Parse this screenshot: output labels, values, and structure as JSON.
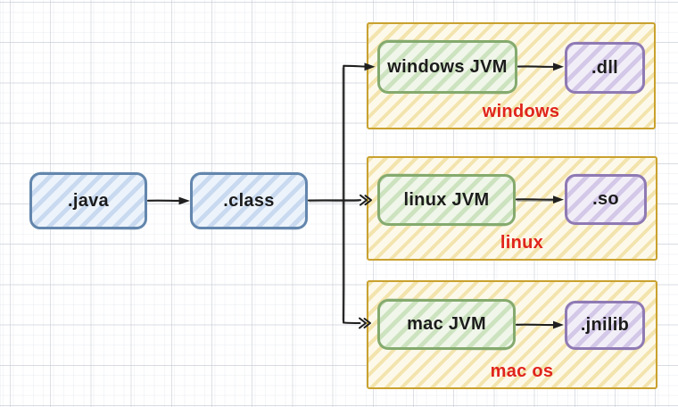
{
  "diagram": {
    "nodes": {
      "java": {
        "label": ".java"
      },
      "class_file": {
        "label": ".class"
      },
      "windows_jvm": {
        "label": "windows JVM"
      },
      "dll": {
        "label": ".dll"
      },
      "linux_jvm": {
        "label": "linux JVM"
      },
      "so": {
        "label": ".so"
      },
      "mac_jvm": {
        "label": "mac JVM"
      },
      "jnilib": {
        "label": ".jnilib"
      }
    },
    "groups": {
      "windows": {
        "label": "windows"
      },
      "linux": {
        "label": "linux"
      },
      "mac": {
        "label": "mac os"
      }
    },
    "edges": [
      {
        "from": "java",
        "to": "class_file"
      },
      {
        "from": "class_file",
        "to": "windows_jvm"
      },
      {
        "from": "class_file",
        "to": "linux_jvm"
      },
      {
        "from": "class_file",
        "to": "mac_jvm"
      },
      {
        "from": "windows_jvm",
        "to": "dll"
      },
      {
        "from": "linux_jvm",
        "to": "so"
      },
      {
        "from": "mac_jvm",
        "to": "jnilib"
      }
    ],
    "colors": {
      "node_blue_border": "#6386ad",
      "node_blue_fill": "#ecf3fb",
      "node_blue_stripe": "#c9daf0",
      "node_green_border": "#85ab6f",
      "node_green_fill": "#f0f6ea",
      "node_green_stripe": "#cde3c0",
      "node_purple_border": "#8f7ab5",
      "node_purple_fill": "#f2eef8",
      "node_purple_stripe": "#d4c8e8",
      "group_border": "#c9a12e",
      "group_fill": "#fdf9ea",
      "group_stripe": "#f3e4ae",
      "group_label_red": "#e0241c",
      "arrow": "#1f1f1f",
      "grid_line": "#c4cad2"
    }
  }
}
